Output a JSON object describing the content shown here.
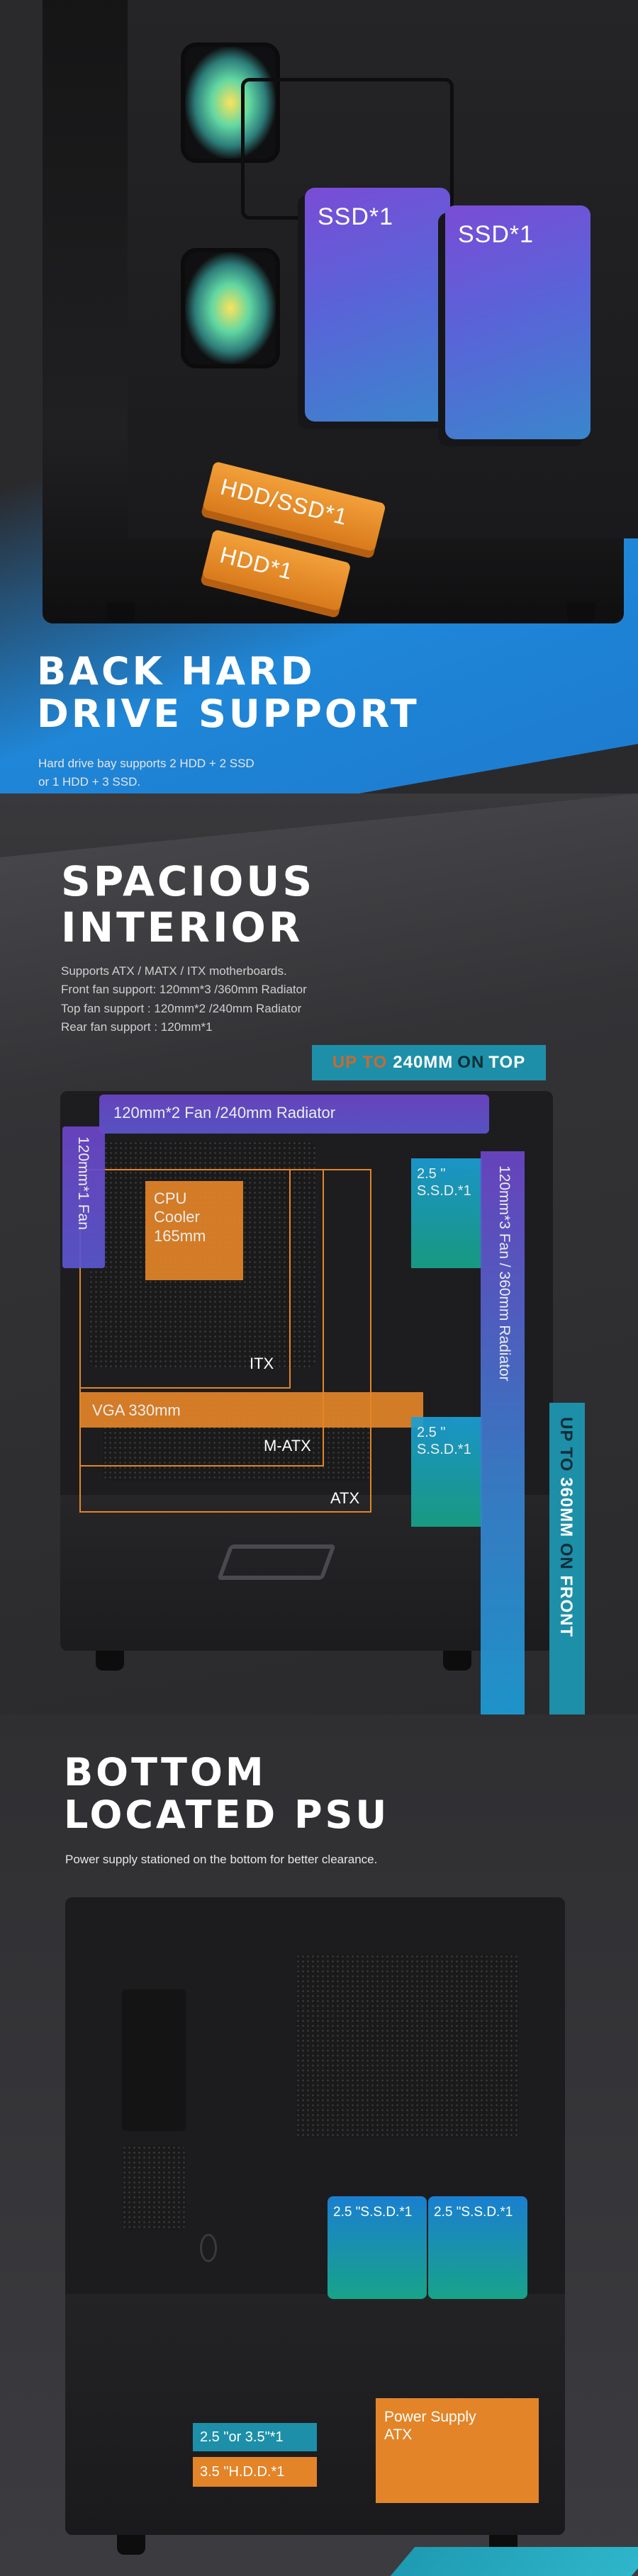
{
  "section_back": {
    "title_line1": "BACK HARD",
    "title_line2": "DRIVE SUPPORT",
    "desc_line1": "Hard drive bay supports 2 HDD + 2 SSD",
    "desc_line2": "or 1 HDD + 3 SSD.",
    "ssd_label_1": "SSD*1",
    "ssd_label_2": "SSD*1",
    "hdd_ssd_label": "HDD/SSD*1",
    "hdd_label": "HDD*1",
    "colors": {
      "blue": "#1f8be0",
      "ssd_purple": "#7a4cd6",
      "hdd_orange": "#e38428"
    }
  },
  "section_interior": {
    "title_line1": "SPACIOUS",
    "title_line2": "INTERIOR",
    "spec_line1": "Supports ATX / MATX / ITX motherboards.",
    "spec_line2": "Front fan support: 120mm*3 /360mm Radiator",
    "spec_line3": "Top fan support : 120mm*2 /240mm Radiator",
    "spec_line4": "Rear fan support : 120mm*1",
    "top_banner": {
      "part1": "UP TO",
      "part2": "240MM",
      "part3": "ON",
      "part4": "TOP"
    },
    "front_banner": {
      "part1": "UP TO",
      "part2": "360MM",
      "part3": "ON",
      "part4": "FRONT"
    },
    "top_fan_label": "120mm*2 Fan /240mm Radiator",
    "rear_fan_label": "120mm*1 Fan",
    "front_fan_label": "120mm*3 Fan / 360mm Radiator",
    "cpu_cooler": {
      "line1": "CPU",
      "line2": "Cooler",
      "line3": "165mm"
    },
    "ssd_slot_1": {
      "line1": "2.5 \"",
      "line2": "S.S.D.*1"
    },
    "ssd_slot_2": {
      "line1": "2.5 \"",
      "line2": "S.S.D.*1"
    },
    "vga_label": "VGA 330mm",
    "board_itx": "ITX",
    "board_matx": "M-ATX",
    "board_atx": "ATX",
    "colors": {
      "teal_banner": "#1e8fa8",
      "panel_blue": "#1a9fd6",
      "panel_purple": "#6d46c9",
      "panel_orange": "#e38428"
    }
  },
  "section_psu": {
    "title_line1": "BOTTOM",
    "title_line2": "LOCATED PSU",
    "desc": "Power supply stationed on the bottom for better clearance.",
    "ssd_bay_1": "2.5 \"S.S.D.*1",
    "ssd_bay_2": "2.5 \"S.S.D.*1",
    "drive_25_35": "2.5 \"or 3.5\"*1",
    "hdd_35": "3.5 \"H.D.D.*1",
    "psu_line1": "Power Supply",
    "psu_line2": "ATX",
    "colors": {
      "teal": "#1e9bb3",
      "orange": "#e38428"
    }
  }
}
